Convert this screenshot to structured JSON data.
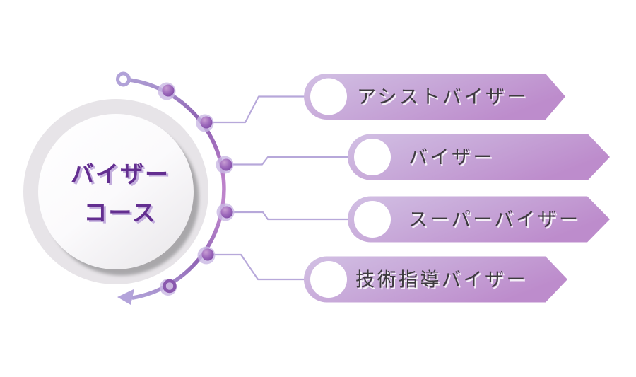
{
  "center_circle": {
    "line1": "バイザー",
    "line2": "コース"
  },
  "levels": [
    {
      "label": "アシストバイザー"
    },
    {
      "label": "バイザー"
    },
    {
      "label": "スーパーバイザー"
    },
    {
      "label": "技術指導バイザー"
    }
  ],
  "colors": {
    "banner_gradient_start": "#d0bde3",
    "banner_gradient_end": "#bd8ccc",
    "arc_purple": "#8d60b2",
    "arc_magenta": "#bf87cd",
    "node_core_dark": "#743f9e",
    "node_halo": "#c9b8e4",
    "connector_line": "#b7a8da",
    "center_text": "#632e90",
    "center_text_shadow": "#c3aedd",
    "banner_text": "#3d3b3e",
    "circle_ring_gray": "#e7e4e8",
    "circle_shadow_gray": "#9a999b"
  }
}
